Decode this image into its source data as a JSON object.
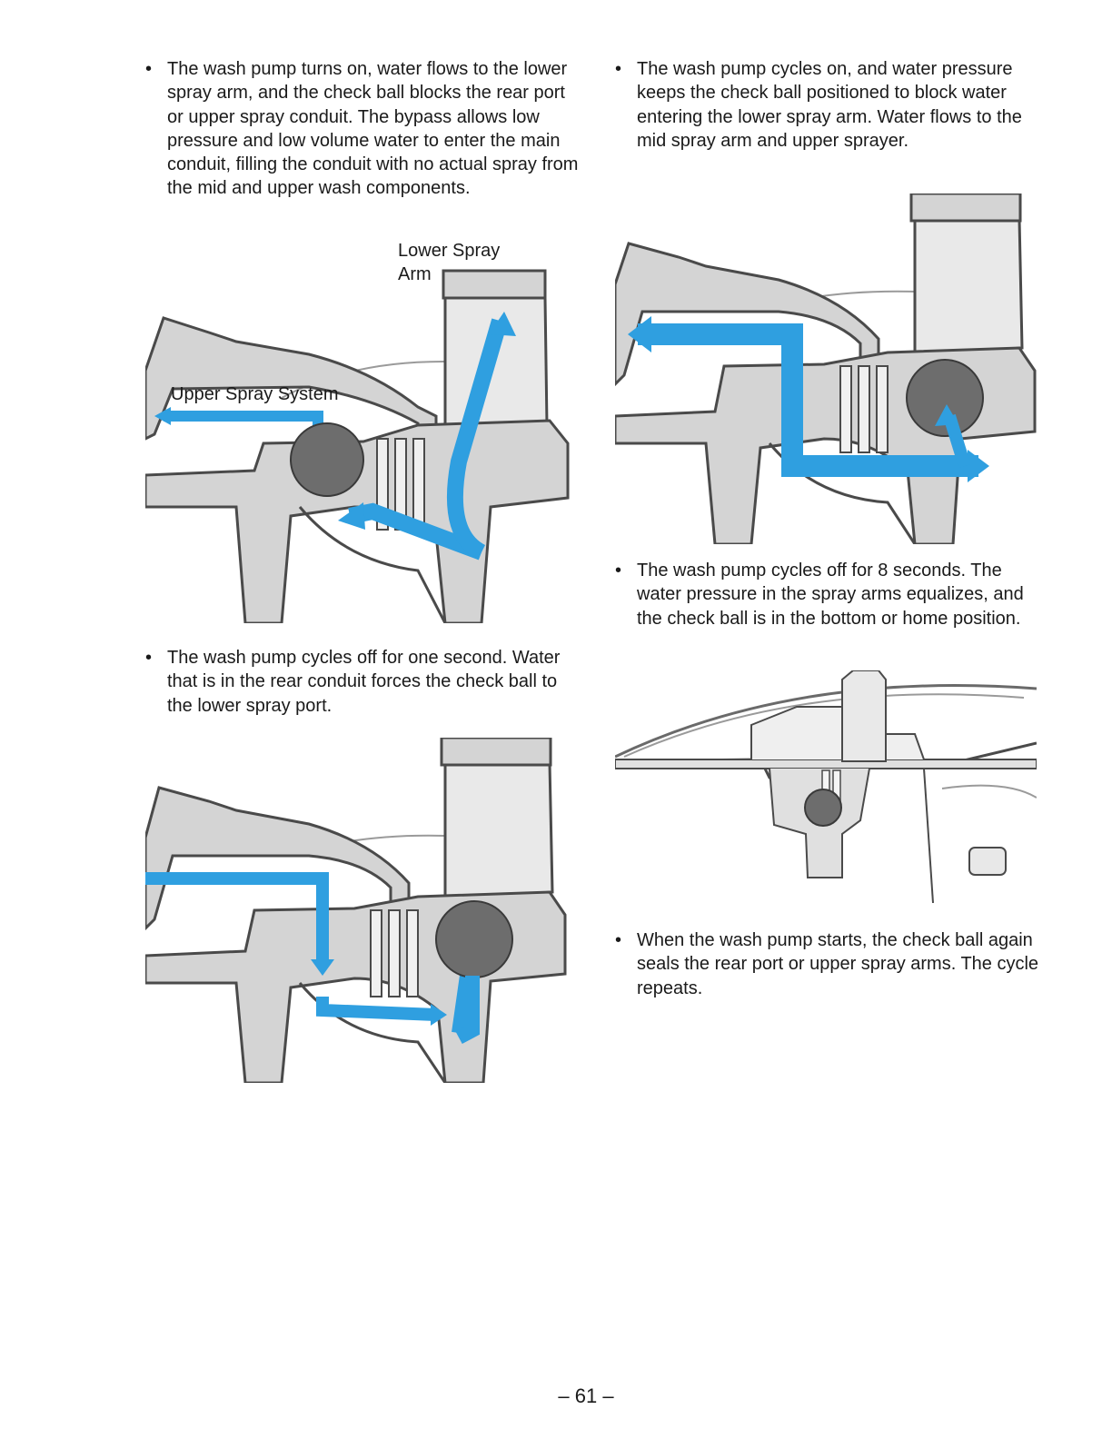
{
  "left_column": {
    "bullet_1": "The wash pump turns on, water flows to the lower spray arm, and the check ball blocks the rear port or upper spray conduit.  The bypass allows low pressure and low volume water to enter the main conduit, filling the conduit with no actual spray from the mid and upper wash components.",
    "figure_1": {
      "label_lower_spray_arm": "Lower Spray Arm",
      "label_upper_spray_system": "Upper Spray System"
    },
    "bullet_2": "The wash pump cycles off for one second. Water that is in the rear conduit forces the check ball to the lower spray port."
  },
  "right_column": {
    "bullet_1": "The wash pump cycles on, and water pressure keeps the check ball positioned to block water entering the lower spray arm. Water flows to the mid spray arm and upper sprayer.",
    "bullet_2": "The wash pump cycles off for 8 seconds.  The water pressure in the spray arms equalizes, and the check ball is in the bottom or home position.",
    "bullet_3": "When the wash pump starts, the check ball again seals the rear port or upper spray arms. The cycle repeats."
  },
  "bullet_symbol": "•",
  "colors": {
    "water_flow": "#2f9fe0",
    "check_ball": "#6d6d6d",
    "housing_outline": "#4a4a4a",
    "housing_fill": "#d4d4d4"
  },
  "page_number": "– 61 –"
}
